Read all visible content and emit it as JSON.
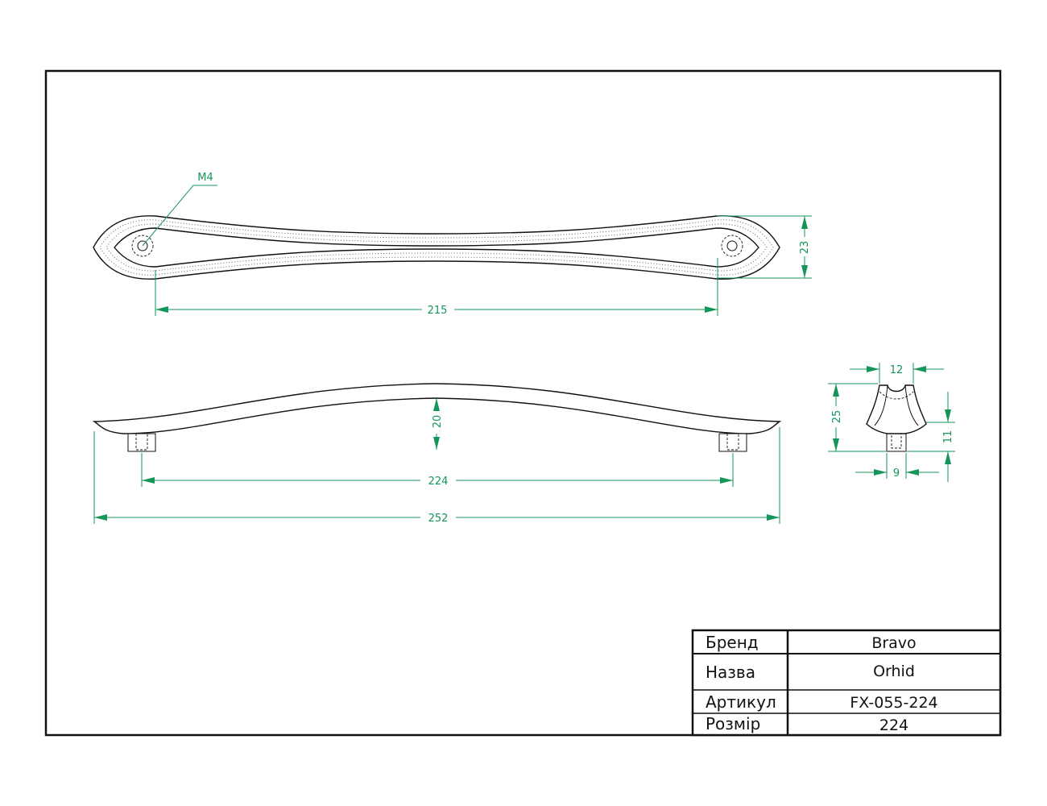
{
  "dimensions": {
    "thread": "M4",
    "hole_spacing_top": "215",
    "width_top": "23",
    "profile_height": "20",
    "hole_spacing": "224",
    "overall_length": "252",
    "side_top_width": "12",
    "side_height": "25",
    "side_leg_height": "11",
    "side_leg_width": "9"
  },
  "title_block": {
    "rows": [
      {
        "label": "Бренд",
        "value": "Bravo"
      },
      {
        "label": "Назва",
        "value": "Orhid"
      },
      {
        "label": "Артикул",
        "value": "FX-055-224"
      },
      {
        "label": "Розмір",
        "value": "224"
      }
    ]
  }
}
